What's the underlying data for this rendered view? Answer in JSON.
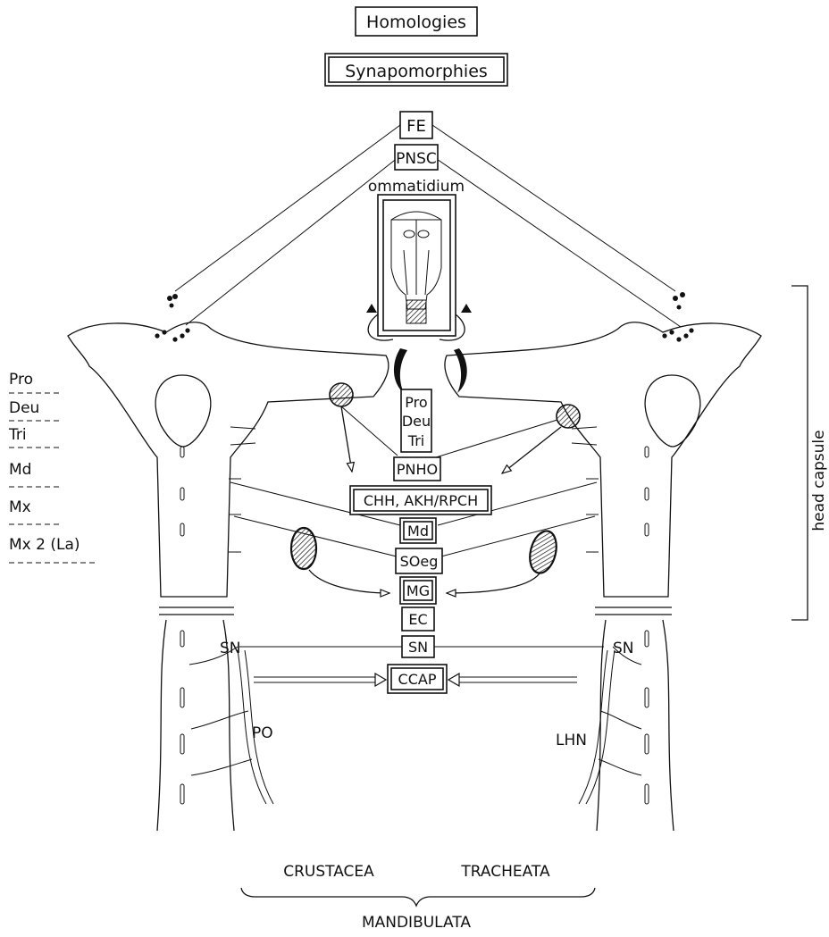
{
  "legend": {
    "homologies": "Homologies",
    "synapomorphies": "Synapomorphies"
  },
  "center": {
    "fe": "FE",
    "pnsc": "PNSC",
    "ommatidium": "ommatidium",
    "pro": "Pro",
    "deu": "Deu",
    "tri": "Tri",
    "pnho": "PNHO",
    "chh": "CHH, AKH/RPCH",
    "md": "Md",
    "soeg": "SOeg",
    "mg": "MG",
    "ec": "EC",
    "sn": "SN",
    "ccap": "CCAP"
  },
  "segments": [
    "Pro",
    "Deu",
    "Tri",
    "Md",
    "Mx",
    "Mx 2 (La)"
  ],
  "side_labels": {
    "sn_left": "SN",
    "sn_right": "SN",
    "po": "PO",
    "lhn": "LHN",
    "head_capsule": "head capsule"
  },
  "bottom": {
    "crustacea": "CRUSTACEA",
    "tracheata": "TRACHEATA",
    "mandibulata": "MANDIBULATA"
  }
}
